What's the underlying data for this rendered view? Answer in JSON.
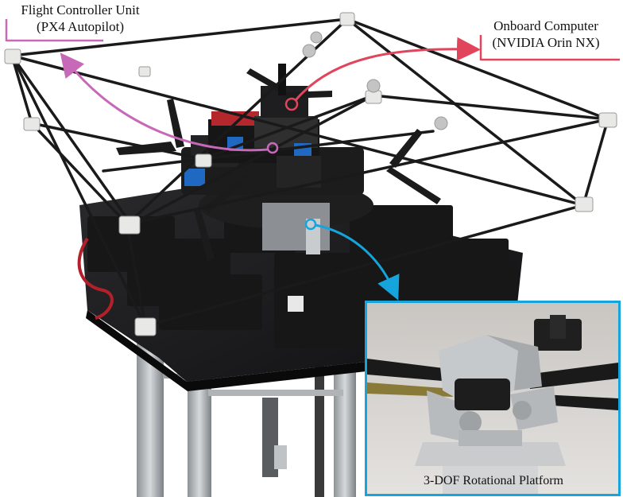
{
  "labels": {
    "flight_controller": {
      "line1": "Flight Controller Unit",
      "line2": "(PX4 Autopilot)"
    },
    "onboard_computer": {
      "line1": "Onboard Computer",
      "line2": "(NVIDIA Orin NX)"
    },
    "platform": "3-DOF Rotational Platform"
  },
  "colors": {
    "flight_controller_accent": "#c768b8",
    "onboard_computer_accent": "#e0455c",
    "platform_accent": "#15a4dc",
    "frame": "#1a1a1a",
    "background": "#ffffff"
  }
}
